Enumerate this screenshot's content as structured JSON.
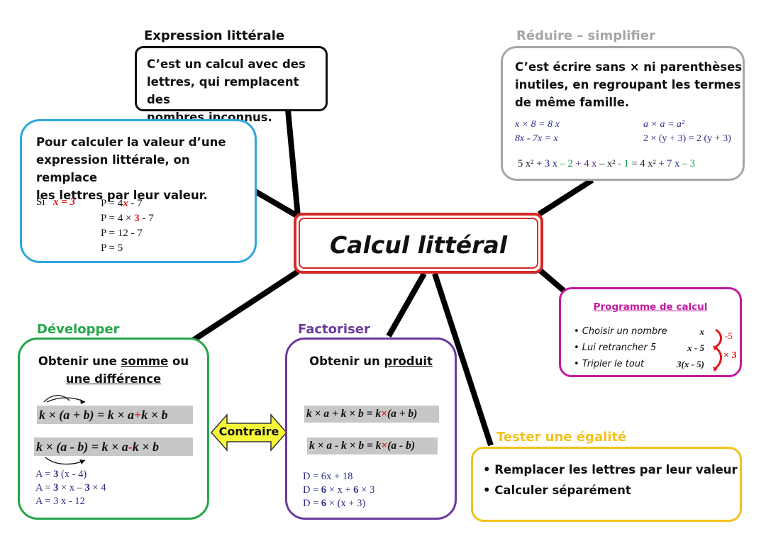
{
  "center": {
    "title": "Calcul littéral"
  },
  "expression": {
    "heading": "Expression littérale",
    "text_lines": [
      "C’est un calcul avec des",
      "lettres, qui remplacent des",
      "nombres inconnus."
    ]
  },
  "valeur": {
    "text_lines": [
      "Pour calculer la valeur d’une",
      "expression littérale, on remplace",
      "les lettres par leur valeur."
    ],
    "si_label": "Si",
    "condition": "x = 3",
    "steps": [
      "P = 4",
      "x",
      " - 7",
      "P = 4 × ",
      "3",
      " - 7",
      "P = 12 - 7",
      "P = 5"
    ]
  },
  "reduire": {
    "heading": "Réduire – simplifier",
    "text_lines": [
      "C’est écrire sans × ni parenthèses",
      "inutiles, en regroupant les termes",
      "de même famille."
    ],
    "ex1": "x × 8  = 8 x",
    "ex2": "8x - 7x = x",
    "ex3": "a × a = a²",
    "ex4": "2 × (y + 3) = 2 (y + 3)",
    "big_parts": [
      "5 x²",
      " + 3 x",
      " – 2",
      " + 4 x",
      " – x²",
      " - 1",
      " =  4 x²",
      "  +  7 x",
      "  –  3"
    ]
  },
  "programme": {
    "heading": "Programme de calcul",
    "steps": [
      "• Choisir un nombre",
      "• Lui retrancher 5",
      "• Tripler le tout"
    ],
    "results": [
      "x",
      "x - 5",
      "3(x - 5)"
    ],
    "ops": [
      "-5",
      "× 3"
    ]
  },
  "developper": {
    "heading": "Développer",
    "subtitle_pre": "Obtenir une ",
    "subtitle_u1": "somme",
    "subtitle_mid": " ou",
    "subtitle_u2": "une différence",
    "formula1": [
      "k × (a + b) = k × a ",
      "+",
      " k × b"
    ],
    "formula2": [
      "k × (a - b) = k × a  ",
      "-",
      "  k × b"
    ],
    "ex_lines": [
      "A = ",
      "3",
      " (x - 4)",
      "A = ",
      "3",
      " × x – ",
      "3",
      " × 4",
      "A = 3 x - 12"
    ]
  },
  "contraire": {
    "label": "Contraire"
  },
  "factoriser": {
    "heading": "Factoriser",
    "subtitle_pre": "Obtenir un ",
    "subtitle_u": "produit",
    "formula1": [
      "k × a + k × b = k ",
      "×",
      " (a + b)"
    ],
    "formula2": [
      "k × a - k × b = k ",
      "×",
      " (a - b)"
    ],
    "ex_lines": [
      "D = 6x + 18",
      "D = ",
      "6",
      " × x + ",
      "6",
      " × 3",
      "D = ",
      "6",
      " × (x + 3)"
    ]
  },
  "tester": {
    "heading": "Tester une égalité",
    "bullets": [
      "• Remplacer les lettres par leur valeur",
      "• Calculer séparément"
    ]
  },
  "colors": {
    "center": "#d62828",
    "expression": "#111111",
    "valeur": "#2ea6dc",
    "reduire": "#a6a6a6",
    "programme": "#c11b9e",
    "developper": "#23a64a",
    "factoriser": "#6a3a9e",
    "tester": "#f2c21b",
    "arrow": "#f7f73a"
  }
}
